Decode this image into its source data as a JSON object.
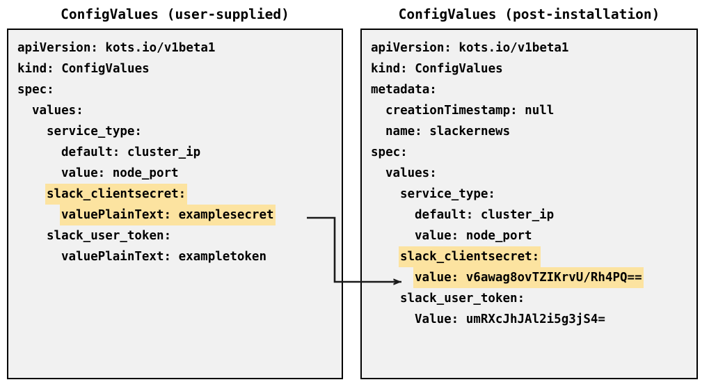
{
  "colors": {
    "highlight": "#fce3a0",
    "panel_background": "#f1f1f1",
    "panel_border": "#000000",
    "text": "#000000",
    "connector": "#1a1a1a"
  },
  "panels": {
    "left": {
      "title": "ConfigValues (user-supplied)",
      "lines": [
        {
          "text": "apiVersion: kots.io/v1beta1",
          "indent": 0,
          "highlight": false
        },
        {
          "text": "kind: ConfigValues",
          "indent": 0,
          "highlight": false
        },
        {
          "text": "spec:",
          "indent": 0,
          "highlight": false
        },
        {
          "text": "values:",
          "indent": 1,
          "highlight": false
        },
        {
          "text": "service_type:",
          "indent": 2,
          "highlight": false
        },
        {
          "text": "default: cluster_ip",
          "indent": 3,
          "highlight": false
        },
        {
          "text": "value: node_port",
          "indent": 3,
          "highlight": false
        },
        {
          "text": "slack_clientsecret:",
          "indent": 2,
          "highlight": true
        },
        {
          "text": "valuePlainText: examplesecret",
          "indent": 3,
          "highlight": true
        },
        {
          "text": "slack_user_token:",
          "indent": 2,
          "highlight": false
        },
        {
          "text": "valuePlainText: exampletoken",
          "indent": 3,
          "highlight": false
        }
      ]
    },
    "right": {
      "title": "ConfigValues (post-installation)",
      "lines": [
        {
          "text": "apiVersion: kots.io/v1beta1",
          "indent": 0,
          "highlight": false
        },
        {
          "text": "kind: ConfigValues",
          "indent": 0,
          "highlight": false
        },
        {
          "text": "metadata:",
          "indent": 0,
          "highlight": false
        },
        {
          "text": "creationTimestamp: null",
          "indent": 1,
          "highlight": false
        },
        {
          "text": "name: slackernews",
          "indent": 1,
          "highlight": false
        },
        {
          "text": "spec:",
          "indent": 0,
          "highlight": false
        },
        {
          "text": "values:",
          "indent": 1,
          "highlight": false
        },
        {
          "text": "service_type:",
          "indent": 2,
          "highlight": false
        },
        {
          "text": "default: cluster_ip",
          "indent": 3,
          "highlight": false
        },
        {
          "text": "value: node_port",
          "indent": 3,
          "highlight": false
        },
        {
          "text": "slack_clientsecret:",
          "indent": 2,
          "highlight": true
        },
        {
          "text": "value: v6awag8ovTZIKrvU/Rh4PQ==",
          "indent": 3,
          "highlight": true
        },
        {
          "text": "slack_user_token:",
          "indent": 2,
          "highlight": false
        },
        {
          "text": "Value: umRXcJhJAl2i5g3jS4=",
          "indent": 3,
          "highlight": false
        }
      ]
    }
  },
  "connector": {
    "from_line": "valuePlainText: examplesecret",
    "to_line": "value: v6awag8ovTZIKrvU/Rh4PQ==",
    "arrowhead": "open-arrow"
  }
}
